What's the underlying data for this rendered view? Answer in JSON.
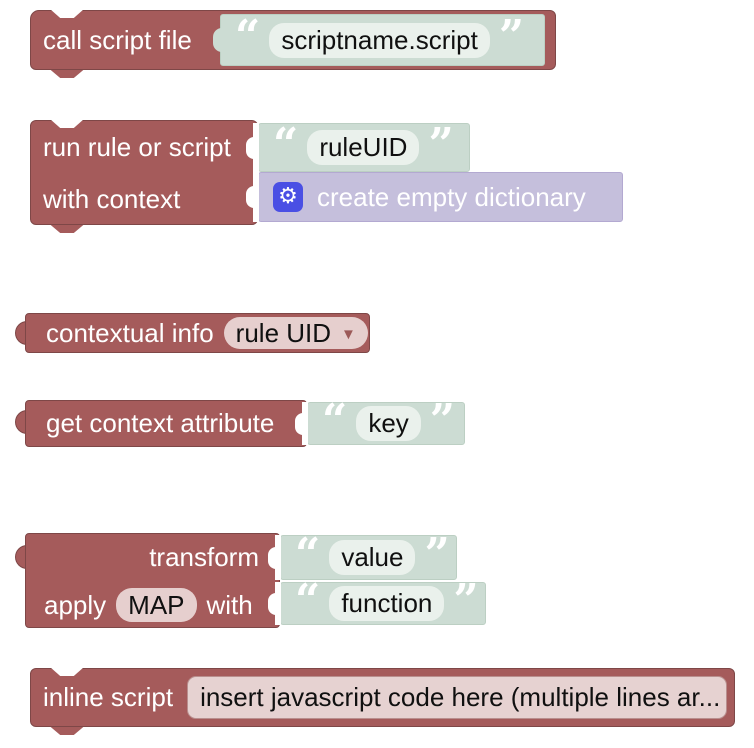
{
  "palette": {
    "block_red": "#a55b5b",
    "block_red_border": "#7e4747",
    "shadow_green": "#ccdcd3",
    "shadow_green_border": "#bccfc3",
    "field_white": "#eaf1ec",
    "lavender": "#c5bfdc",
    "lavender_border": "#b3a9d1",
    "gear_blue": "#4a4fe4",
    "field_pink": "#e6cfce",
    "canvas_bg": "#ffffff"
  },
  "quotes": {
    "open": "“",
    "close": "”"
  },
  "icons": {
    "gear": "⚙",
    "dropdown_arrow": "▼"
  },
  "blocks": {
    "call_script": {
      "label": "call script file",
      "value": "scriptname.script"
    },
    "run_rule": {
      "row1_label": "run rule or script",
      "row1_value": "ruleUID",
      "row2_label": "with context",
      "row2_child_label": "create empty dictionary"
    },
    "contextual_info": {
      "label": "contextual info",
      "dropdown_value": "rule UID"
    },
    "get_context_attribute": {
      "label": "get context attribute",
      "value": "key"
    },
    "transform": {
      "row1_label": "transform",
      "row1_value": "value",
      "row2_apply": "apply",
      "row2_field": "MAP",
      "row2_with": "with",
      "row2_value": "function"
    },
    "inline_script": {
      "label": "inline script",
      "value": "insert javascript code here (multiple lines ar..."
    }
  }
}
